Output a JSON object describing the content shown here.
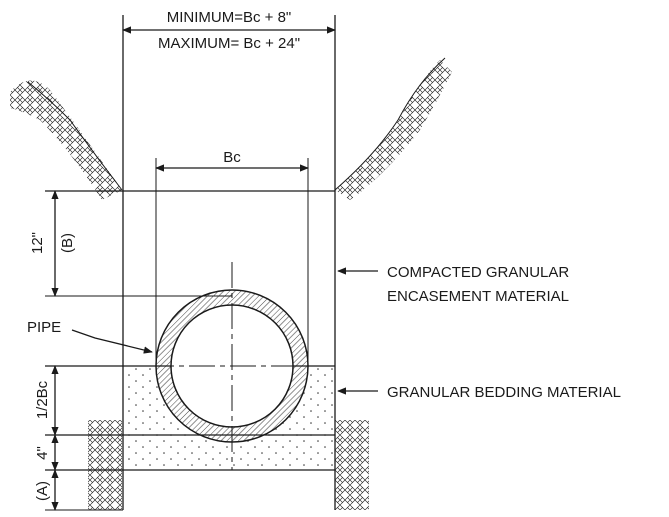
{
  "trench_width": {
    "minimum": "MINIMUM=Bc + 8\"",
    "maximum": "MAXIMUM= Bc + 24\""
  },
  "pipe_diameter_label": "Bc",
  "cover_label": {
    "line1": "12\"",
    "line2": "(B)"
  },
  "half_bc_label": "1/2Bc",
  "four_inch_label": "4\"",
  "bottom_label": "(A)",
  "callouts": {
    "pipe": "PIPE",
    "encasement_line1": "COMPACTED GRANULAR",
    "encasement_line2": "ENCASEMENT MATERIAL",
    "bedding": "GRANULAR BEDDING MATERIAL"
  }
}
